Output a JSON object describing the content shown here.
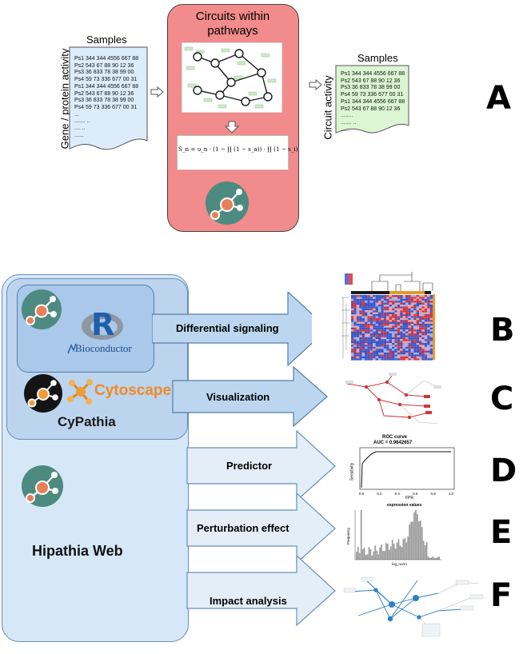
{
  "panel_a": {
    "input_header": "Samples",
    "input_axis": "Gene / protein activity",
    "input_rows": [
      "Ps1 344 344 4556 667 88",
      "Ps2  543 67 88 90 12 36",
      "Ps3  36 833 78 38 99 00",
      "Ps4  59 73 336  677 00 31",
      "Ps1 344 344 4556 667 88",
      "Ps2  543 67 88 90 12 36",
      "Ps3  36 833 78 38 99 00",
      "Ps4  59 73 336  677 00 31",
      "...",
      "....... ..",
      ".... ..",
      "......"
    ],
    "center_title": "Circuits within pathways",
    "formula_lhs": "S",
    "formula_text": "S_n = υ_n · (1 − ∏ (1 − s_a)) · ∏ (1 − s_i)",
    "output_header": "Samples",
    "output_axis": "Circuit activity",
    "output_rows": [
      "Ps1 344 344 4556 667 88",
      "Ps2  543 67 88 90 12 36",
      "Ps3  36 833 78 38 99 00",
      "Ps4  59 73 336  677 00 31",
      "Ps1 344 344 4556 667 88",
      "Ps2  543 67 88 90 12 36",
      "........",
      "....... ..",
      "......"
    ],
    "letter": "A"
  },
  "tools": {
    "r_label": "R",
    "bioconductor": "Bioconductor",
    "cytoscape": "Cytoscape",
    "cypathia": "CyPathia",
    "hipathia_web": "Hipathia Web"
  },
  "outputs": [
    {
      "label": "Differential signaling",
      "letter": "B"
    },
    {
      "label": "Visualization",
      "letter": "C"
    },
    {
      "label": "Predictor",
      "letter": "D"
    },
    {
      "label": "Perturbation effect",
      "letter": "E"
    },
    {
      "label": "Impact analysis",
      "letter": "F"
    }
  ],
  "roc": {
    "title": "ROC curve",
    "auc": "AUC = 0.9842657",
    "ylabel": "Sensitivity",
    "xlabel": "FPR",
    "xticks": [
      "0.0",
      "0.2",
      "0.4",
      "0.6",
      "0.8",
      "1.0"
    ]
  },
  "histogram": {
    "title": "expression values",
    "ylabel": "Frequency",
    "xlabel": "log_norm"
  },
  "colors": {
    "doc_blue": "#dcecfa",
    "doc_green": "#dcf5d2",
    "center_red": "#f28b8b",
    "panel_blue": "#cfe2f6",
    "arrow_blue": "#bcd6ef",
    "arrow_light": "#e3eef9",
    "teal": "#4d8a80",
    "node_orange": "#e8805a"
  }
}
